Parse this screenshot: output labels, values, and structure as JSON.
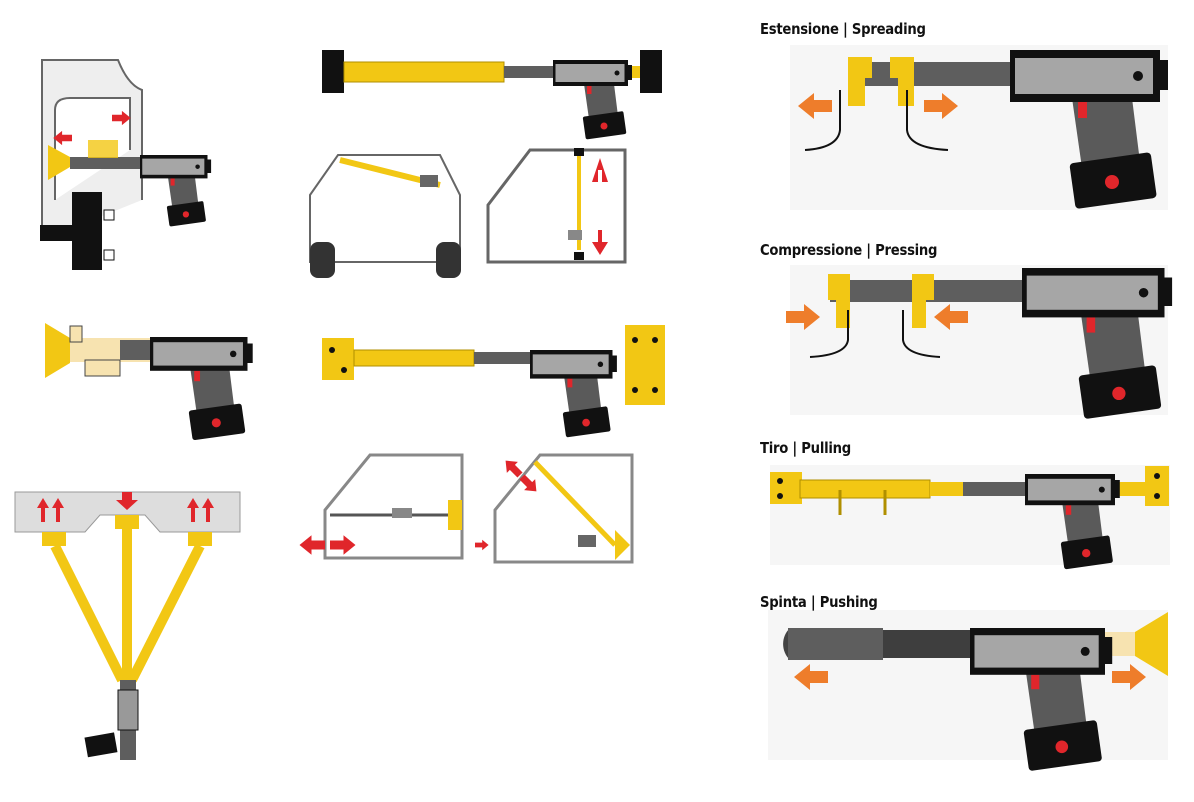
{
  "labels": {
    "spreading": "Estensione | Spreading",
    "pressing": "Compressione | Pressing",
    "pulling": "Tiro | Pulling",
    "pushing": "Spinta | Pushing"
  },
  "colors": {
    "yellow": "#f2c714",
    "arrow_orange": "#ee7d2b",
    "arrow_red": "#e0262b",
    "body_gray": "#a6a6a6",
    "rod_gray": "#5e5e5e"
  }
}
